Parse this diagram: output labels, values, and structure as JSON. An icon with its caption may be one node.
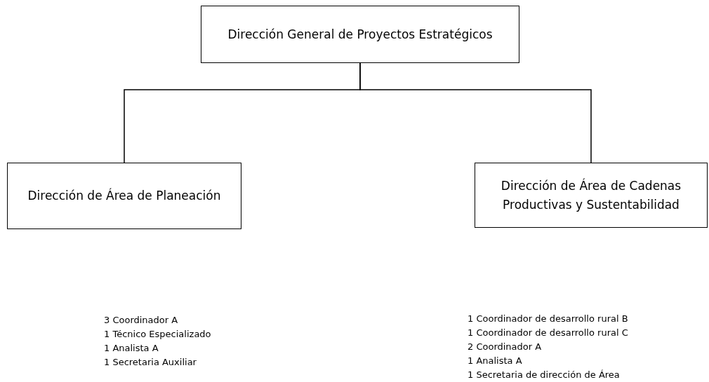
{
  "diagram": {
    "nodes": [
      {
        "text": [
          "Dirección General de Proyectos Estratégicos"
        ]
      },
      {
        "text": [
          "Dirección de Área de Planeación"
        ],
        "beside": [
          "3 Coordinador A",
          "1 Técnico Especializado",
          "1 Analista A",
          "1 Secretaria Auxiliar"
        ]
      },
      {
        "text": [
          "Dirección de Área de Cadenas Productivas y Sustentabilidad"
        ],
        "beside": [
          "1 Coordinador de desarrollo rural B",
          "1 Coordinador de desarrollo rural C",
          "2 Coordinador A",
          "1 Analista A",
          "1 Secretaria de dirección de Área"
        ]
      }
    ],
    "edges": [
      {
        "from": 0,
        "to": 1,
        "arrow": "none"
      },
      {
        "from": 0,
        "to": 2,
        "arrow": "none"
      }
    ]
  }
}
